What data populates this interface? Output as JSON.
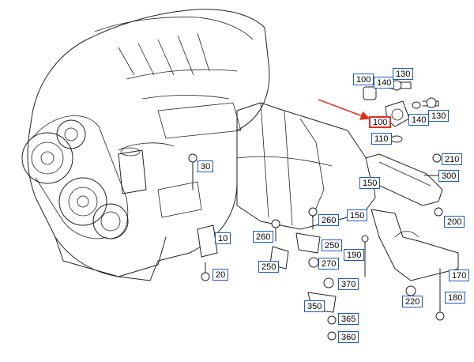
{
  "diagram": {
    "highlight_color": "#e0311f",
    "label_border_color": "#1c5bbd",
    "callouts": [
      {
        "id": "c100a",
        "text": "100",
        "highlight": false
      },
      {
        "id": "c140a",
        "text": "140",
        "highlight": false
      },
      {
        "id": "c130a",
        "text": "130",
        "highlight": false
      },
      {
        "id": "c100b",
        "text": "100",
        "highlight": true
      },
      {
        "id": "c140b",
        "text": "140",
        "highlight": false
      },
      {
        "id": "c130b",
        "text": "130",
        "highlight": false
      },
      {
        "id": "c110",
        "text": "110",
        "highlight": false
      },
      {
        "id": "c210",
        "text": "210",
        "highlight": false
      },
      {
        "id": "c300",
        "text": "300",
        "highlight": false
      },
      {
        "id": "c150a",
        "text": "150",
        "highlight": false
      },
      {
        "id": "c150b",
        "text": "150",
        "highlight": false
      },
      {
        "id": "c200",
        "text": "200",
        "highlight": false
      },
      {
        "id": "c30",
        "text": "30",
        "highlight": false
      },
      {
        "id": "c260a",
        "text": "260",
        "highlight": false
      },
      {
        "id": "c260b",
        "text": "260",
        "highlight": false
      },
      {
        "id": "c10",
        "text": "10",
        "highlight": false
      },
      {
        "id": "c250a",
        "text": "250",
        "highlight": false
      },
      {
        "id": "c250b",
        "text": "250",
        "highlight": false
      },
      {
        "id": "c270",
        "text": "270",
        "highlight": false
      },
      {
        "id": "c190",
        "text": "190",
        "highlight": false
      },
      {
        "id": "c20",
        "text": "20",
        "highlight": false
      },
      {
        "id": "c370",
        "text": "370",
        "highlight": false
      },
      {
        "id": "c350",
        "text": "350",
        "highlight": false
      },
      {
        "id": "c365",
        "text": "365",
        "highlight": false
      },
      {
        "id": "c360",
        "text": "360",
        "highlight": false
      },
      {
        "id": "c170",
        "text": "170",
        "highlight": false
      },
      {
        "id": "c220",
        "text": "220",
        "highlight": false
      },
      {
        "id": "c180",
        "text": "180",
        "highlight": false
      }
    ]
  }
}
